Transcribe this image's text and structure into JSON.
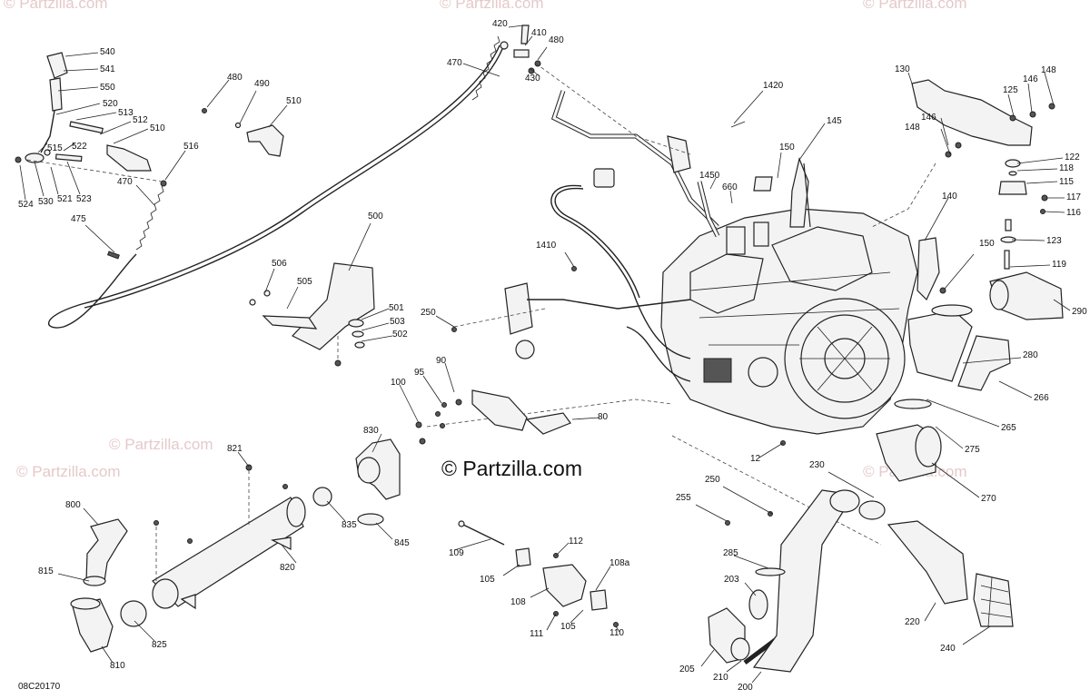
{
  "diagram": {
    "brand_text": "© Partzilla.com",
    "drawing_code": "08C20170",
    "watermark_text": "© Partzilla.com",
    "accent_color": "#e6c9c9",
    "callouts": [
      {
        "id": "540",
        "text": "540"
      },
      {
        "id": "541",
        "text": "541"
      },
      {
        "id": "550",
        "text": "550"
      },
      {
        "id": "520",
        "text": "520"
      },
      {
        "id": "513",
        "text": "513"
      },
      {
        "id": "512",
        "text": "512"
      },
      {
        "id": "510a",
        "text": "510"
      },
      {
        "id": "515",
        "text": "515"
      },
      {
        "id": "522",
        "text": "522"
      },
      {
        "id": "516",
        "text": "516"
      },
      {
        "id": "524",
        "text": "524"
      },
      {
        "id": "530",
        "text": "530"
      },
      {
        "id": "521",
        "text": "521"
      },
      {
        "id": "523",
        "text": "523"
      },
      {
        "id": "470a",
        "text": "470"
      },
      {
        "id": "475",
        "text": "475"
      },
      {
        "id": "480a",
        "text": "480"
      },
      {
        "id": "490",
        "text": "490"
      },
      {
        "id": "510b",
        "text": "510"
      },
      {
        "id": "420",
        "text": "420"
      },
      {
        "id": "410",
        "text": "410"
      },
      {
        "id": "480b",
        "text": "480"
      },
      {
        "id": "470b",
        "text": "470"
      },
      {
        "id": "430",
        "text": "430"
      },
      {
        "id": "1420",
        "text": "1420"
      },
      {
        "id": "145",
        "text": "145"
      },
      {
        "id": "150a",
        "text": "150"
      },
      {
        "id": "1450",
        "text": "1450"
      },
      {
        "id": "660",
        "text": "660"
      },
      {
        "id": "500",
        "text": "500"
      },
      {
        "id": "506",
        "text": "506"
      },
      {
        "id": "505",
        "text": "505"
      },
      {
        "id": "501",
        "text": "501"
      },
      {
        "id": "503",
        "text": "503"
      },
      {
        "id": "502",
        "text": "502"
      },
      {
        "id": "1410",
        "text": "1410"
      },
      {
        "id": "250a",
        "text": "250"
      },
      {
        "id": "90",
        "text": "90"
      },
      {
        "id": "95",
        "text": "95"
      },
      {
        "id": "100",
        "text": "100"
      },
      {
        "id": "80",
        "text": "80"
      },
      {
        "id": "130",
        "text": "130"
      },
      {
        "id": "148a",
        "text": "148"
      },
      {
        "id": "125",
        "text": "125"
      },
      {
        "id": "146a",
        "text": "146"
      },
      {
        "id": "146b",
        "text": "146"
      },
      {
        "id": "148b",
        "text": "148"
      },
      {
        "id": "122",
        "text": "122"
      },
      {
        "id": "118",
        "text": "118"
      },
      {
        "id": "115",
        "text": "115"
      },
      {
        "id": "117",
        "text": "117"
      },
      {
        "id": "116",
        "text": "116"
      },
      {
        "id": "140",
        "text": "140"
      },
      {
        "id": "123",
        "text": "123"
      },
      {
        "id": "150b",
        "text": "150"
      },
      {
        "id": "119",
        "text": "119"
      },
      {
        "id": "290",
        "text": "290"
      },
      {
        "id": "280",
        "text": "280"
      },
      {
        "id": "266",
        "text": "266"
      },
      {
        "id": "265",
        "text": "265"
      },
      {
        "id": "275",
        "text": "275"
      },
      {
        "id": "270",
        "text": "270"
      },
      {
        "id": "12",
        "text": "12"
      },
      {
        "id": "821",
        "text": "821"
      },
      {
        "id": "830",
        "text": "830"
      },
      {
        "id": "800",
        "text": "800"
      },
      {
        "id": "835",
        "text": "835"
      },
      {
        "id": "845",
        "text": "845"
      },
      {
        "id": "820",
        "text": "820"
      },
      {
        "id": "815",
        "text": "815"
      },
      {
        "id": "825",
        "text": "825"
      },
      {
        "id": "810",
        "text": "810"
      },
      {
        "id": "109",
        "text": "109"
      },
      {
        "id": "112",
        "text": "112"
      },
      {
        "id": "108a",
        "text": "108a"
      },
      {
        "id": "105a",
        "text": "105"
      },
      {
        "id": "108",
        "text": "108"
      },
      {
        "id": "111",
        "text": "111"
      },
      {
        "id": "105b",
        "text": "105"
      },
      {
        "id": "110",
        "text": "110"
      },
      {
        "id": "230",
        "text": "230"
      },
      {
        "id": "250b",
        "text": "250"
      },
      {
        "id": "255",
        "text": "255"
      },
      {
        "id": "285",
        "text": "285"
      },
      {
        "id": "203",
        "text": "203"
      },
      {
        "id": "220",
        "text": "220"
      },
      {
        "id": "240",
        "text": "240"
      },
      {
        "id": "205",
        "text": "205"
      },
      {
        "id": "210",
        "text": "210"
      },
      {
        "id": "200",
        "text": "200"
      }
    ]
  }
}
